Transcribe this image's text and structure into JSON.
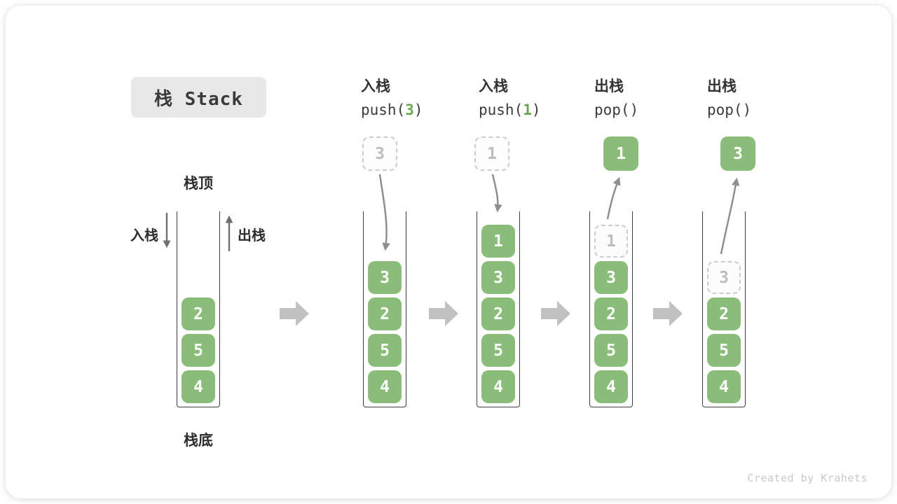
{
  "title": "栈 Stack",
  "watermark": "Created by Krahets",
  "labels": {
    "stack_top": "栈顶",
    "stack_bottom": "栈底",
    "push_side": "入栈",
    "pop_side": "出栈"
  },
  "operations": [
    {
      "name": "入栈",
      "code_pre": "push(",
      "code_arg": "3",
      "code_post": ")"
    },
    {
      "name": "入栈",
      "code_pre": "push(",
      "code_arg": "1",
      "code_post": ")"
    },
    {
      "name": "出栈",
      "code_pre": "pop()",
      "code_arg": "",
      "code_post": ""
    },
    {
      "name": "出栈",
      "code_pre": "pop()",
      "code_arg": "",
      "code_post": ""
    }
  ],
  "stacks": [
    {
      "cells": [
        {
          "value": "2",
          "ghost": false
        },
        {
          "value": "5",
          "ghost": false
        },
        {
          "value": "4",
          "ghost": false
        }
      ]
    },
    {
      "cells": [
        {
          "value": "3",
          "ghost": false
        },
        {
          "value": "2",
          "ghost": false
        },
        {
          "value": "5",
          "ghost": false
        },
        {
          "value": "4",
          "ghost": false
        }
      ]
    },
    {
      "cells": [
        {
          "value": "1",
          "ghost": false
        },
        {
          "value": "3",
          "ghost": false
        },
        {
          "value": "2",
          "ghost": false
        },
        {
          "value": "5",
          "ghost": false
        },
        {
          "value": "4",
          "ghost": false
        }
      ]
    },
    {
      "cells": [
        {
          "value": "1",
          "ghost": true
        },
        {
          "value": "3",
          "ghost": false
        },
        {
          "value": "2",
          "ghost": false
        },
        {
          "value": "5",
          "ghost": false
        },
        {
          "value": "4",
          "ghost": false
        }
      ]
    },
    {
      "cells": [
        {
          "value": "3",
          "ghost": true
        },
        {
          "value": "2",
          "ghost": false
        },
        {
          "value": "5",
          "ghost": false
        },
        {
          "value": "4",
          "ghost": false
        }
      ]
    }
  ],
  "floating": [
    {
      "value": "3",
      "style": "dashed"
    },
    {
      "value": "1",
      "style": "dashed"
    },
    {
      "value": "1",
      "style": "solid"
    },
    {
      "value": "3",
      "style": "solid"
    }
  ],
  "colors": {
    "cell_green": "#8bbd7a",
    "code_arg_green": "#69a84c",
    "ghost_border": "#cccccc",
    "ghost_text": "#bdbdbd",
    "wall": "#3e3e3e",
    "curved_arrow": "#8f8f8f",
    "side_arrow": "#6f6f6f",
    "block_arrow": "#c1c1c1",
    "title_bg": "#e8e8e8",
    "watermark": "#c9c9c9"
  }
}
